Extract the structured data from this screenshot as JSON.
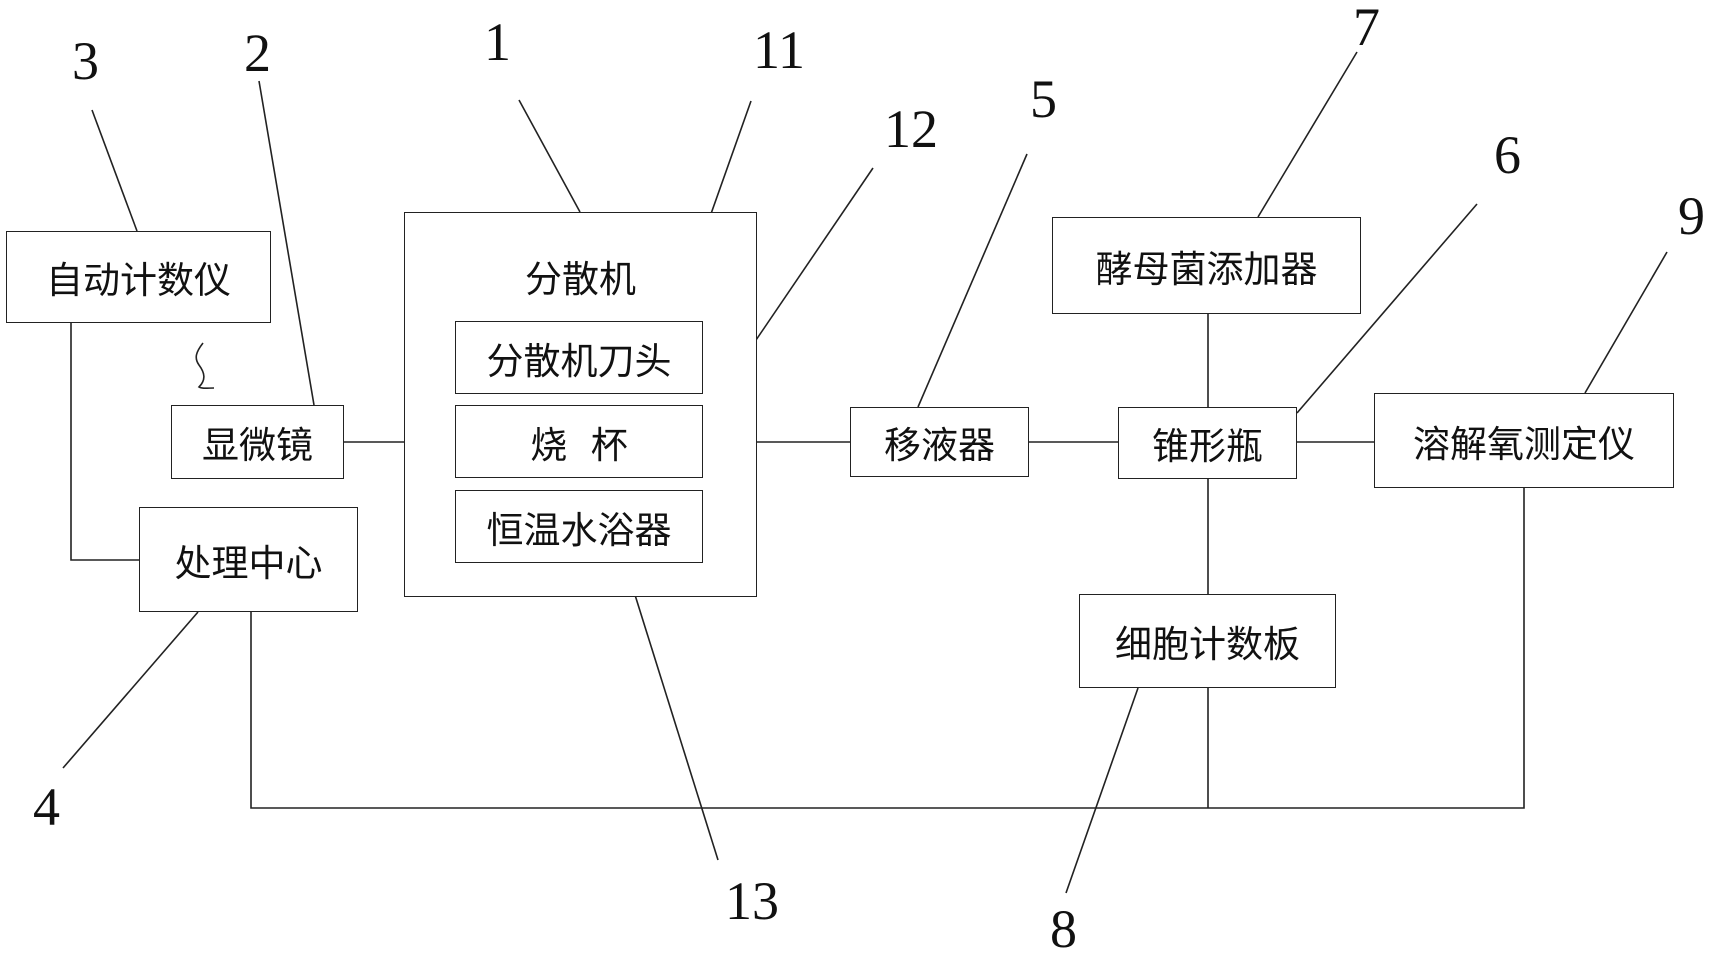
{
  "components": {
    "auto_counter": "自动计数仪",
    "microscope": "显微镜",
    "processing_center": "处理中心",
    "disperser_title": "分散机",
    "disperser_head": "分散机刀头",
    "beaker": "烧  杯",
    "water_bath": "恒温水浴器",
    "pipette": "移液器",
    "yeast_adder": "酵母菌添加器",
    "conical_flask": "锥形瓶",
    "do_meter": "溶解氧测定仪",
    "cell_counting_board": "细胞计数板"
  },
  "reference_numbers": {
    "n1": "1",
    "n2": "2",
    "n3": "3",
    "n4": "4",
    "n5": "5",
    "n6": "6",
    "n7": "7",
    "n8": "8",
    "n9": "9",
    "n11": "11",
    "n12": "12",
    "n13": "13"
  }
}
